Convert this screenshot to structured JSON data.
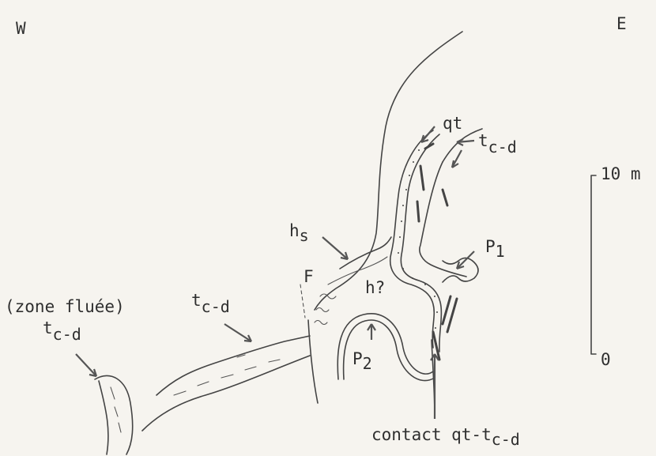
{
  "orientation": {
    "west": "W",
    "east": "E"
  },
  "labels": {
    "qt": "qt",
    "t_top": {
      "main": "t",
      "sub": "c-d"
    },
    "hs": {
      "main": "h",
      "sub": "s"
    },
    "p1": {
      "main": "P",
      "sub": "1"
    },
    "f": "F",
    "h_query": "h?",
    "p2": {
      "main": "P",
      "sub": "2"
    },
    "zone": "(zone fluée)",
    "t_mid": {
      "main": "t",
      "sub": "c-d"
    },
    "t_left": {
      "main": "t",
      "sub": "c-d"
    },
    "contact": {
      "main": "contact qt-t",
      "sub": "c-d"
    }
  },
  "scale_bar": {
    "top_label": "10 m",
    "bottom_label": "0"
  },
  "colors": {
    "ink": "#444444",
    "paper": "#f6f4ef"
  }
}
